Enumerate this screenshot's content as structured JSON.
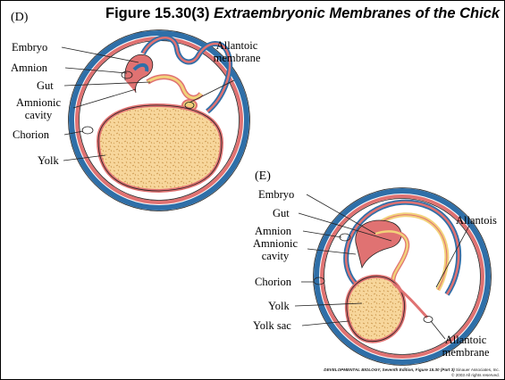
{
  "title": {
    "number": "Figure 15.30(3)",
    "text": "Extraembryonic Membranes of the Chick"
  },
  "panels": {
    "d": {
      "label": "(D)",
      "labels": {
        "embryo": "Embryo",
        "amnion": "Amnion",
        "gut": "Gut",
        "amnionic_cavity": "Amnionic cavity",
        "chorion": "Chorion",
        "yolk": "Yolk",
        "allantoic_membrane": "Allantoic membrane"
      }
    },
    "e": {
      "label": "(E)",
      "labels": {
        "embryo": "Embryo",
        "gut": "Gut",
        "amnion": "Amnion",
        "amnionic_cavity": "Amnionic cavity",
        "chorion": "Chorion",
        "yolk": "Yolk",
        "yolk_sac": "Yolk sac",
        "allantois": "Allantois",
        "allantoic_membrane": "Allantoic membrane"
      }
    }
  },
  "credit": {
    "main": "DEVELOPMENTAL BIOLOGY, Seventh Edition, Figure 15.30 (Part 3)",
    "publisher": "Sinauer Associates, Inc.",
    "rights": "© 2003 All rights reserved."
  },
  "colors": {
    "chorion_blue": "#2f6fa8",
    "mesoderm_red": "#e07272",
    "endoderm_yellow": "#f2d27a",
    "yolk_fill": "#f7d69b",
    "yolk_dots": "#c9944a",
    "outline": "#222222"
  }
}
